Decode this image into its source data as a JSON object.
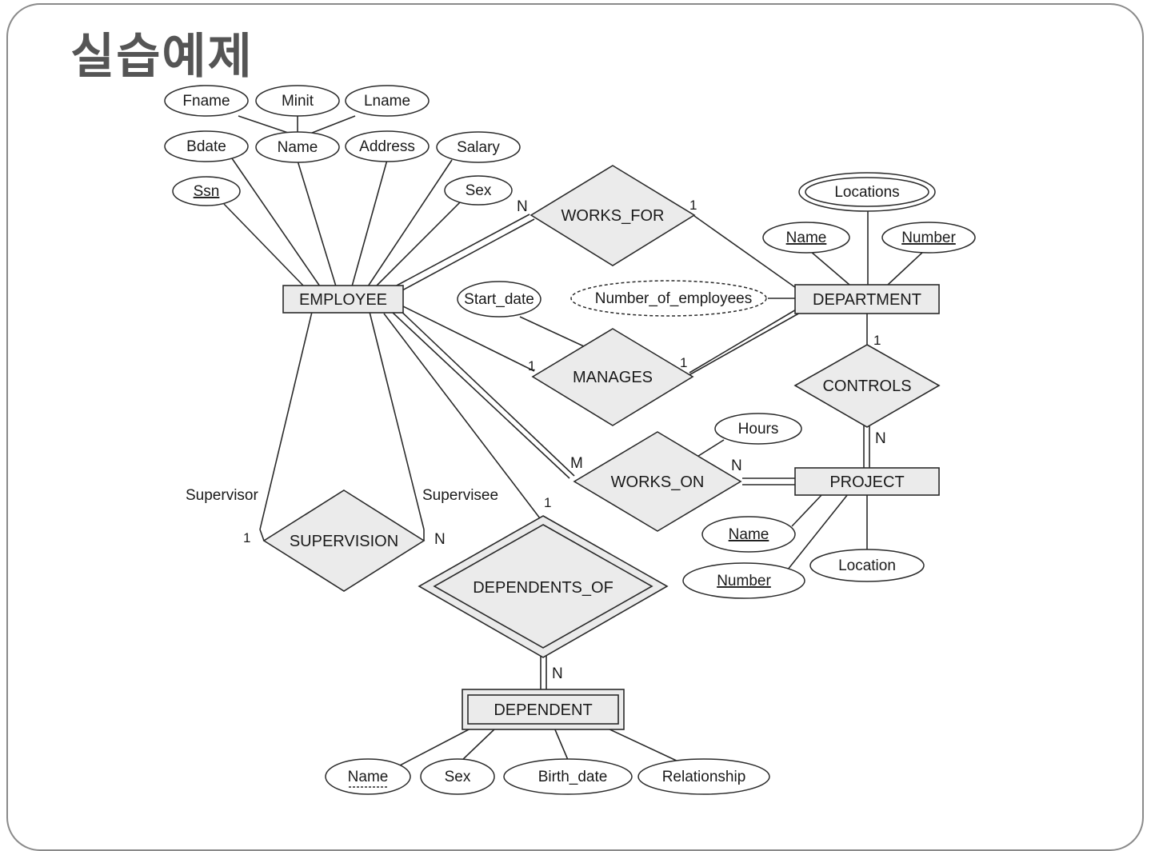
{
  "title": "실습예제",
  "entities": {
    "employee": "EMPLOYEE",
    "department": "DEPARTMENT",
    "project": "PROJECT",
    "dependent": "DEPENDENT"
  },
  "relationships": {
    "works_for": "WORKS_FOR",
    "manages": "MANAGES",
    "controls": "CONTROLS",
    "works_on": "WORKS_ON",
    "supervision": "SUPERVISION",
    "dependents_of": "DEPENDENTS_OF"
  },
  "attributes": {
    "fname": "Fname",
    "minit": "Minit",
    "lname": "Lname",
    "bdate": "Bdate",
    "emp_name": "Name",
    "address": "Address",
    "salary": "Salary",
    "ssn": "Ssn",
    "emp_sex": "Sex",
    "start_date": "Start_date",
    "number_of_employees": "Number_of_employees",
    "locations": "Locations",
    "dept_name": "Name",
    "dept_number": "Number",
    "hours": "Hours",
    "proj_name": "Name",
    "proj_number": "Number",
    "proj_location": "Location",
    "dep_name": "Name",
    "dep_sex": "Sex",
    "birth_date": "Birth_date",
    "relationship": "Relationship"
  },
  "cardinalities": {
    "works_for_employee": "N",
    "works_for_department": "1",
    "manages_employee": "1",
    "manages_department": "1",
    "controls_department": "1",
    "controls_project": "N",
    "works_on_employee": "M",
    "works_on_project": "N",
    "supervision_supervisor": "1",
    "supervision_supervisee": "N",
    "dependents_of_employee": "1",
    "dependents_of_dependent": "N"
  },
  "roles": {
    "supervisor": "Supervisor",
    "supervisee": "Supervisee"
  },
  "colors": {
    "shape_fill": "#ebebeb",
    "stroke": "#2a2a2a",
    "title": "#555555"
  }
}
